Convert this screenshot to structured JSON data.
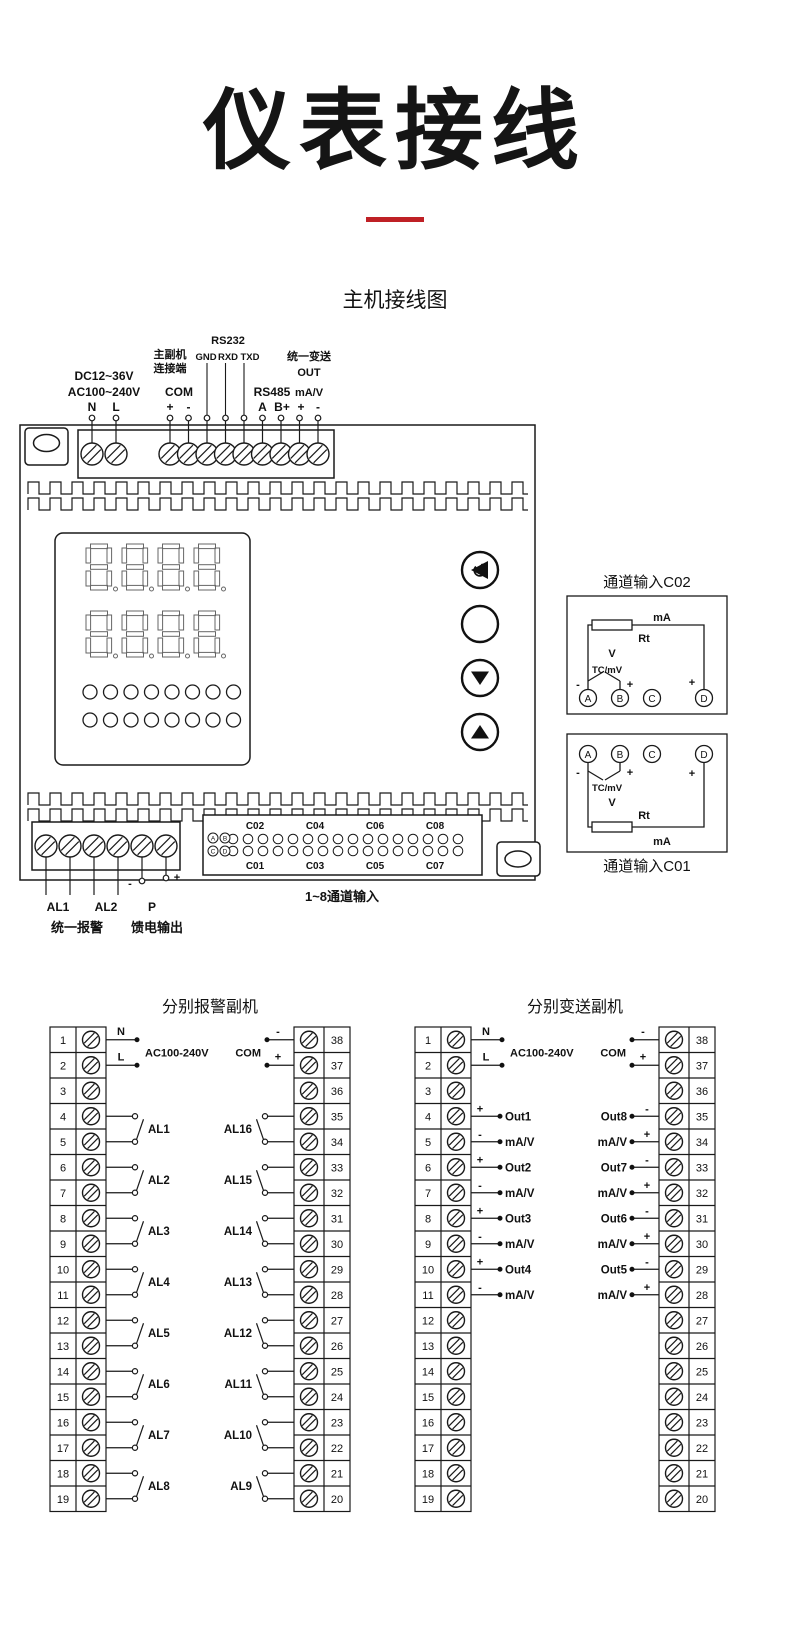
{
  "page": {
    "title": "仪表接线",
    "accent_color": "#bf2025"
  },
  "main": {
    "title": "主机接线图",
    "device": {
      "cycle_icon": "↺"
    },
    "top": {
      "rs232": "RS232",
      "link_line1": "主副机",
      "link_line2": "连接端",
      "gnd": "GND",
      "rxd": "RXD",
      "txd": "TXD",
      "unified_transmit": "统一变送",
      "out": "OUT",
      "dc_range": "DC12~36V",
      "ac_range": "AC100~240V",
      "com": "COM",
      "rs485": "RS485",
      "ma_v": "mA/V",
      "n": "N",
      "l": "L",
      "plus": "+",
      "minus": "-",
      "a": "A",
      "b_plus": "B+"
    },
    "bottom": {
      "al1": "AL1",
      "al2": "AL2",
      "p": "P",
      "minus": "-",
      "plus": "+",
      "unified_alarm": "统一报警",
      "feed_output": "馈电输出",
      "channel_input": "1~8通道输入",
      "top_channels": [
        "C02",
        "C04",
        "C06",
        "C08"
      ],
      "bottom_channels": [
        "C01",
        "C03",
        "C05",
        "C07"
      ],
      "legend": [
        "A",
        "B",
        "C",
        "D"
      ]
    },
    "channel_c02": {
      "title": "通道输入C02",
      "ma": "mA",
      "rt": "Rt",
      "v": "V",
      "tc_mv": "TC/mV",
      "minus": "-",
      "plus": "+",
      "d_plus": "+",
      "terminals": [
        "A",
        "B",
        "C",
        "D"
      ]
    },
    "channel_c01": {
      "title": "通道输入C01",
      "ma": "mA",
      "rt": "Rt",
      "v": "V",
      "tc_mv": "TC/mV",
      "minus": "-",
      "plus": "+",
      "d_plus": "+",
      "terminals": [
        "A",
        "B",
        "C",
        "D"
      ]
    }
  },
  "alarm_unit": {
    "title": "分别报警副机",
    "n": "N",
    "l": "L",
    "ac": "AC100-240V",
    "com": "COM",
    "com_top": "-",
    "com_bottom": "+",
    "left_terminals": [
      "1",
      "2",
      "3",
      "4",
      "5",
      "6",
      "7",
      "8",
      "9",
      "10",
      "11",
      "12",
      "13",
      "14",
      "15",
      "16",
      "17",
      "18",
      "19"
    ],
    "right_terminals": [
      "38",
      "37",
      "36",
      "35",
      "34",
      "33",
      "32",
      "31",
      "30",
      "29",
      "28",
      "27",
      "26",
      "25",
      "24",
      "23",
      "22",
      "21",
      "20"
    ],
    "left_loads": [
      "AL1",
      "AL2",
      "AL3",
      "AL4",
      "AL5",
      "AL6",
      "AL7",
      "AL8"
    ],
    "right_loads": [
      "AL16",
      "AL15",
      "AL14",
      "AL13",
      "AL12",
      "AL11",
      "AL10",
      "AL9"
    ]
  },
  "transmit_unit": {
    "title": "分别变送副机",
    "n": "N",
    "l": "L",
    "ac": "AC100-240V",
    "com": "COM",
    "com_top": "-",
    "com_bottom": "+",
    "left_terminals": [
      "1",
      "2",
      "3",
      "4",
      "5",
      "6",
      "7",
      "8",
      "9",
      "10",
      "11",
      "12",
      "13",
      "14",
      "15",
      "16",
      "17",
      "18",
      "19"
    ],
    "right_terminals": [
      "38",
      "37",
      "36",
      "35",
      "34",
      "33",
      "32",
      "31",
      "30",
      "29",
      "28",
      "27",
      "26",
      "25",
      "24",
      "23",
      "22",
      "21",
      "20"
    ],
    "left_outputs": [
      {
        "name": "Out1",
        "unit": "mA/V",
        "top_sign": "+",
        "bottom_sign": "-"
      },
      {
        "name": "Out2",
        "unit": "mA/V",
        "top_sign": "+",
        "bottom_sign": "-"
      },
      {
        "name": "Out3",
        "unit": "mA/V",
        "top_sign": "+",
        "bottom_sign": "-"
      },
      {
        "name": "Out4",
        "unit": "mA/V",
        "top_sign": "+",
        "bottom_sign": "-"
      }
    ],
    "right_outputs": [
      {
        "name": "Out8",
        "unit": "mA/V",
        "top_sign": "-",
        "bottom_sign": "+"
      },
      {
        "name": "Out7",
        "unit": "mA/V",
        "top_sign": "-",
        "bottom_sign": "+"
      },
      {
        "name": "Out6",
        "unit": "mA/V",
        "top_sign": "-",
        "bottom_sign": "+"
      },
      {
        "name": "Out5",
        "unit": "mA/V",
        "top_sign": "-",
        "bottom_sign": "+"
      }
    ]
  }
}
